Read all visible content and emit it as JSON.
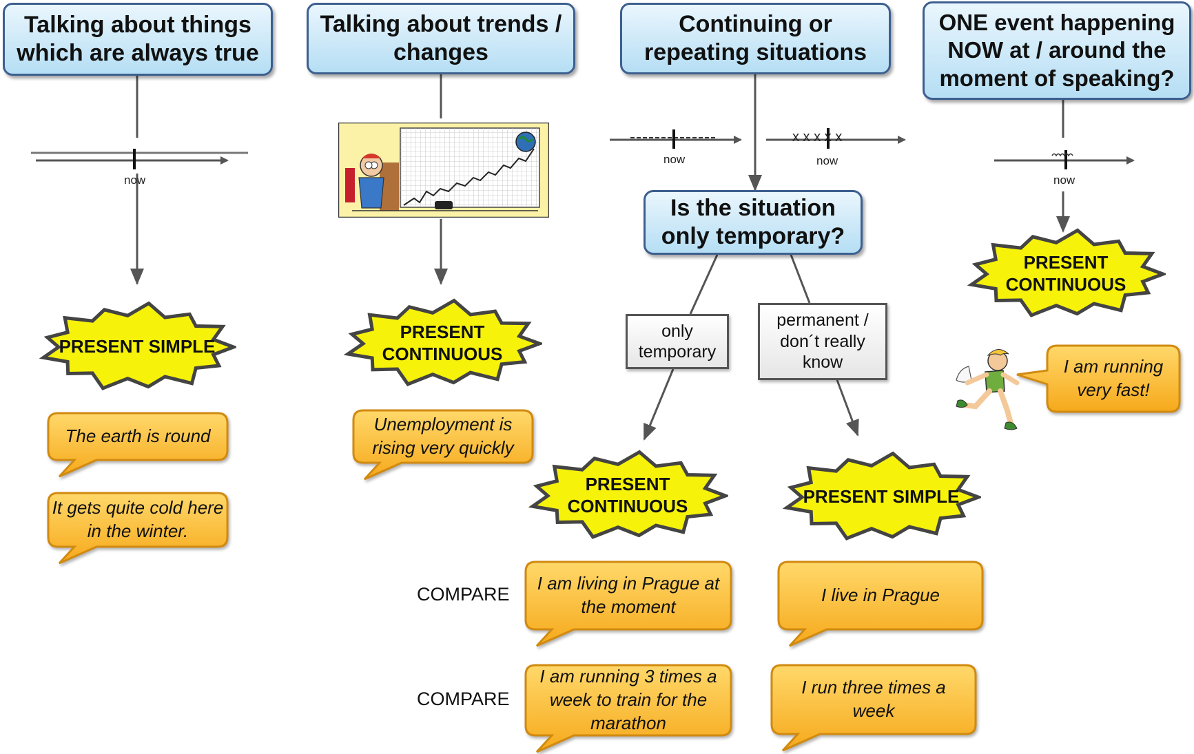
{
  "headers": {
    "always_true": "Talking about things which are always true",
    "trends": "Talking about trends / changes",
    "continuing": "Continuing or repeating situations",
    "one_event": "ONE event happening NOW  at / around the moment of speaking?"
  },
  "question": "Is the situation only temporary?",
  "options": {
    "temporary": "only temporary",
    "permanent": "permanent / don´t really know"
  },
  "timeline_label": "now",
  "tenses": {
    "present_simple": "PRESENT SIMPLE",
    "present_continuous": "PRESENT CONTINUOUS"
  },
  "examples": {
    "earth_round": "The earth is round",
    "cold_winter": "It gets quite cold here in the winter.",
    "unemployment": "Unemployment is rising very quickly",
    "running_fast": "I am running very fast!",
    "living_prague": "I am living in Prague at the moment",
    "live_prague": "I live in Prague",
    "running_marathon": "I am running 3 times a week to train for the marathon",
    "run_three": "I run three times a week"
  },
  "compare_label": "COMPARE",
  "colors": {
    "header_top": "#eaf6fd",
    "header_bottom": "#b5def4",
    "header_border": "#3d5f8f",
    "burst_fill": "#f6f20a",
    "bubble_top": "#ffd86a",
    "bubble_bottom": "#f6a91b",
    "bubble_border": "#d18a10"
  },
  "images": {
    "trend_chart": "businessman-rising-chart-illustration",
    "runner": "running-man-cartoon"
  }
}
